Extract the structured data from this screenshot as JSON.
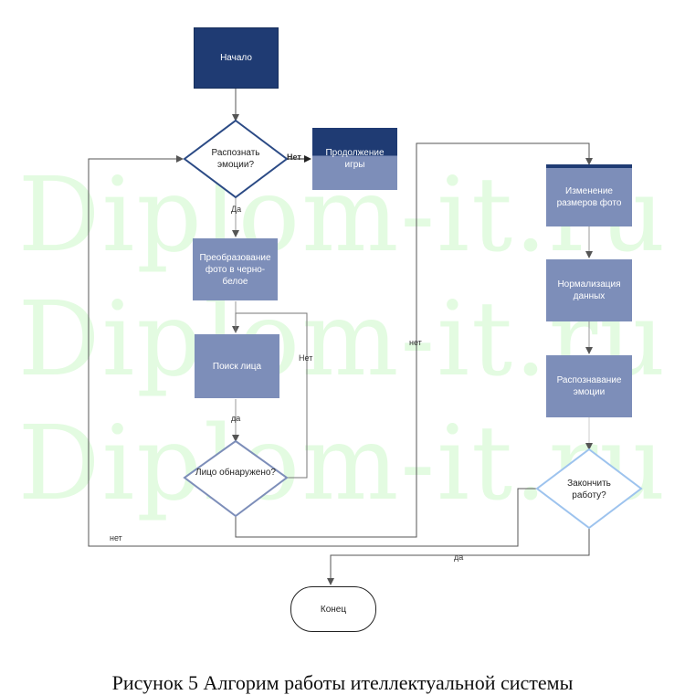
{
  "watermark": [
    "Diplom-it.ru",
    "Diplom-it.ru",
    "Diplom-it.ru"
  ],
  "nodes": {
    "start": "Начало",
    "recognize_q": "Распознать эмоции?",
    "continue_game": "Продолжение игры",
    "convert_bw": "Преобразование фото в черно-белое",
    "face_search": "Поиск лица",
    "face_found_q": "Лицо обнаружено?",
    "resize_photo": "Изменение размеров фото",
    "normalize": "Нормализация данных",
    "emotion_recognition": "Распознавание эмоции",
    "finish_q": "Закончить работу?",
    "end": "Конец"
  },
  "edge_labels": {
    "recognize_no": "Нет",
    "recognize_yes": "Да",
    "face_no": "Нет",
    "face_yes": "да",
    "to_resize_no": "нет",
    "finish_no": "нет",
    "finish_yes": "да"
  },
  "caption": "Рисунок 5 Алгорим работы ителлектуальной системы",
  "colors": {
    "dark_blue": "#1f3b73",
    "mid_blue": "#7d8eb9",
    "light_blue_stroke": "#9dc3ee",
    "diamond_stroke": "#2b4a85",
    "watermark": "#e3fbe1"
  }
}
